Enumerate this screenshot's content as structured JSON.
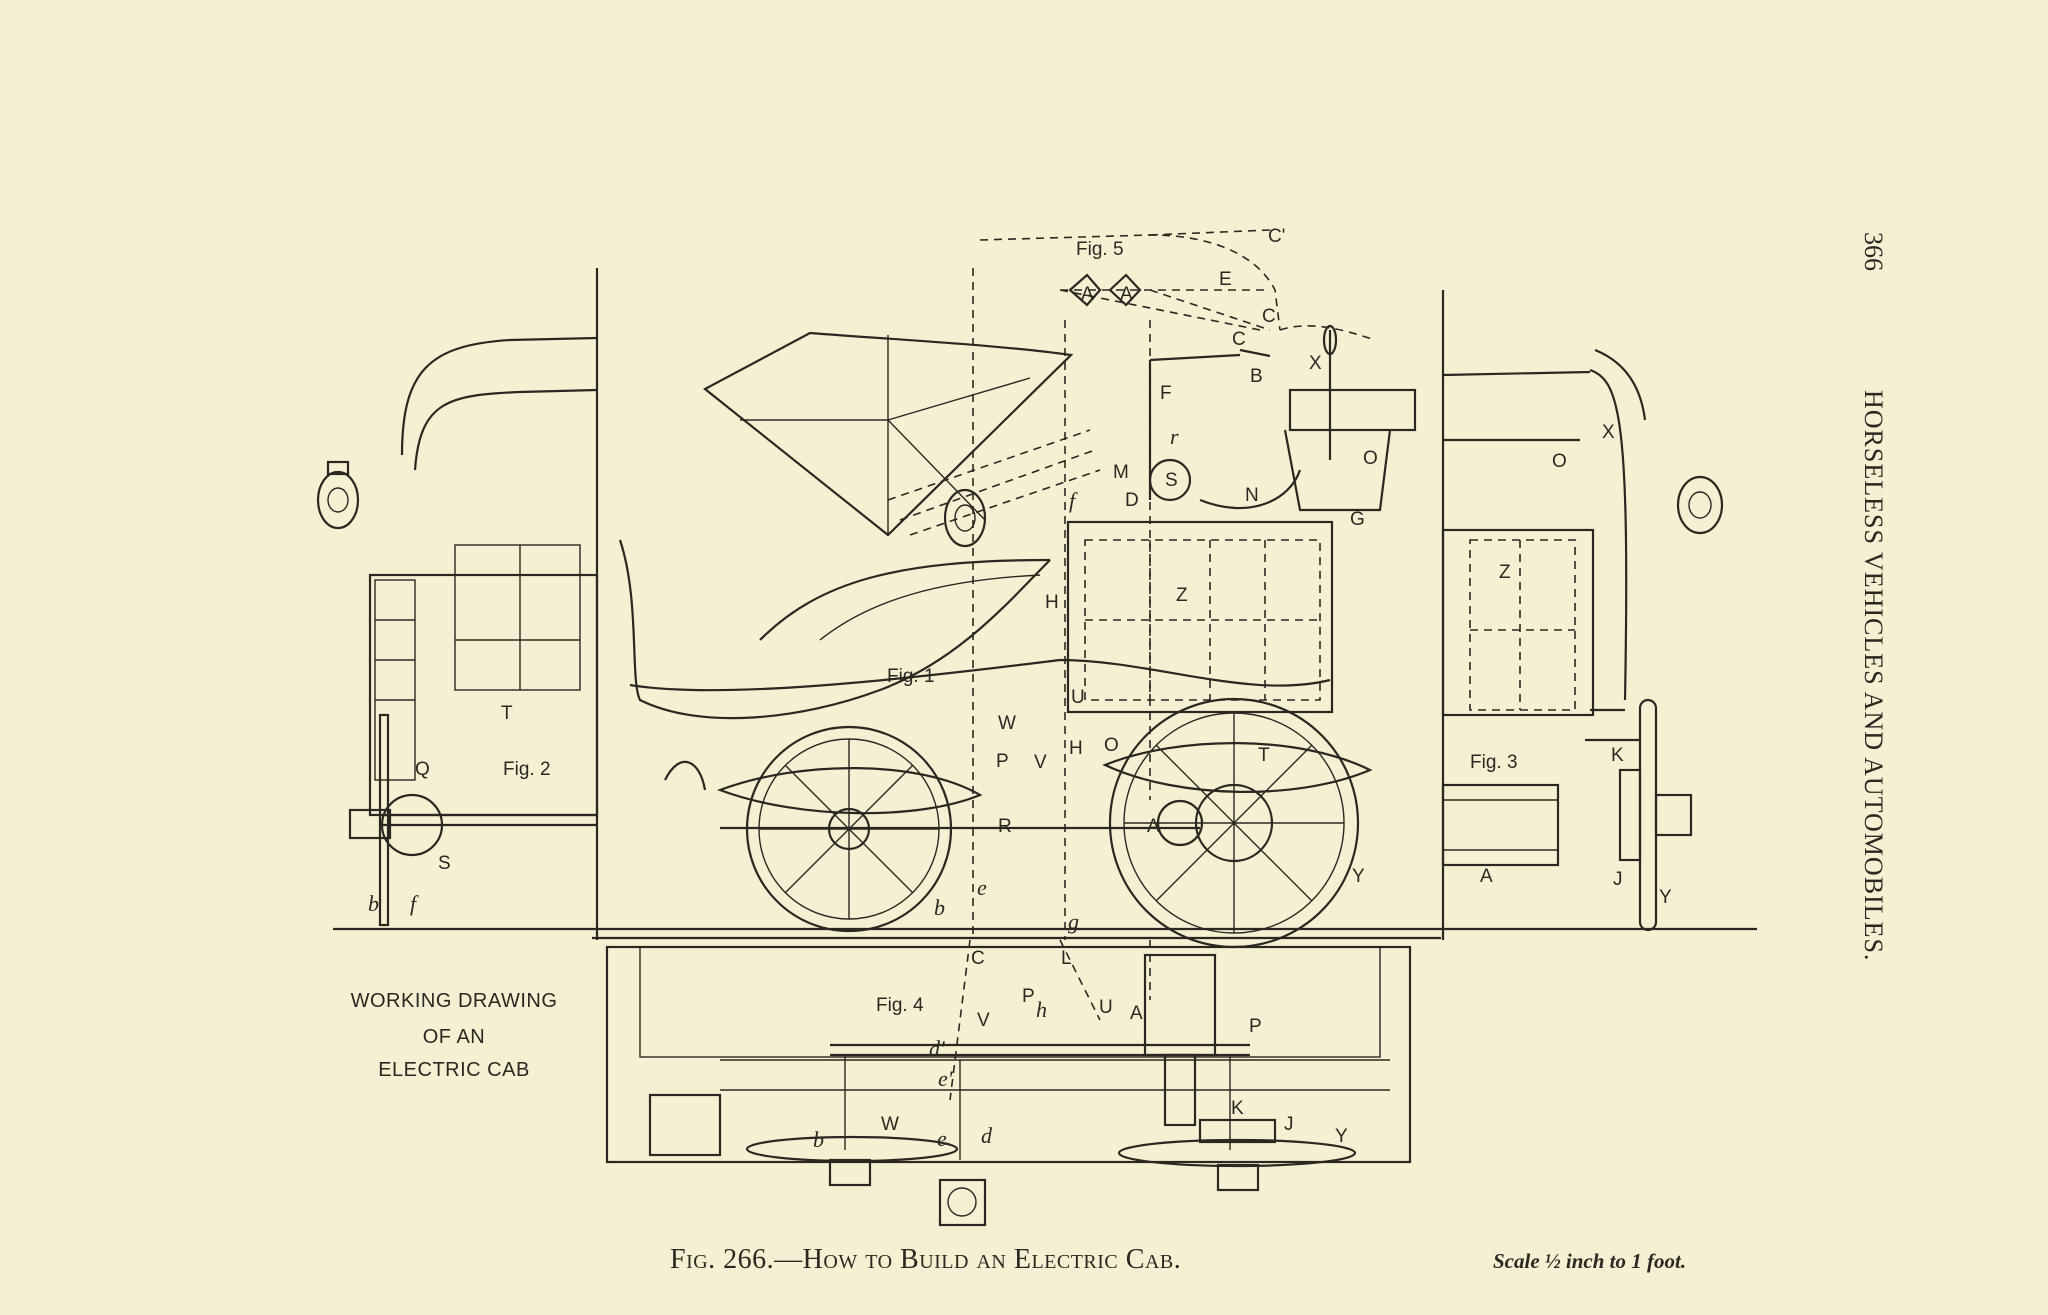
{
  "page": {
    "page_number": "366",
    "running_header": "HORSELESS VEHICLES AND AUTOMOBILES."
  },
  "figure": {
    "caption": "Fig. 266.—How to Build an Electric Cab.",
    "scale_note": "Scale ½ inch to 1 foot.",
    "side_title": [
      "WORKING DRAWING",
      "OF AN",
      "ELECTRIC CAB"
    ],
    "fig_labels": {
      "fig1": "Fig. 1",
      "fig2": "Fig. 2",
      "fig3": "Fig. 3",
      "fig4": "Fig. 4",
      "fig5": "Fig. 5"
    },
    "fig1_letters": [
      "Z",
      "H",
      "U",
      "W",
      "H",
      "O",
      "P",
      "V",
      "R",
      "A",
      "T",
      "Y",
      "b",
      "e",
      "g",
      "M",
      "D",
      "S",
      "r",
      "F",
      "B",
      "N",
      "G",
      "X",
      "O",
      "f",
      "C"
    ],
    "fig5_letters": [
      "A",
      "A",
      "E",
      "C'",
      "C"
    ],
    "fig2_letters": [
      "T",
      "Q",
      "S",
      "b",
      "f"
    ],
    "fig3_letters": [
      "Z",
      "O",
      "X",
      "K",
      "A",
      "J",
      "Y"
    ],
    "fig4_letters": [
      "C",
      "L",
      "V",
      "P",
      "h",
      "U",
      "A",
      "P",
      "d'",
      "e'",
      "W",
      "b",
      "e",
      "d",
      "K",
      "J",
      "Y"
    ]
  },
  "colors": {
    "paper": "#f6f0d3",
    "ink": "#2b2721"
  }
}
